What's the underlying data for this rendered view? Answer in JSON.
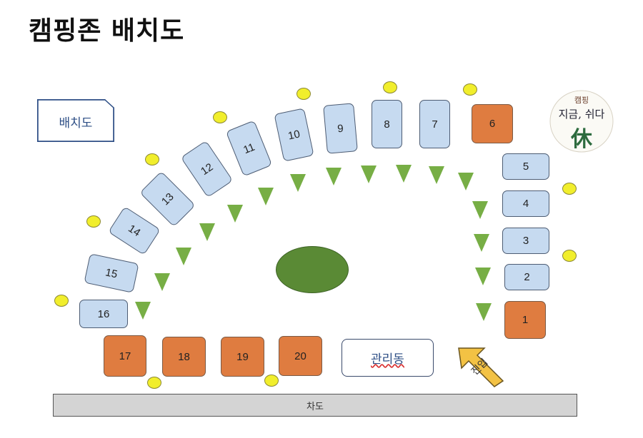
{
  "title": "캠핑존 배치도",
  "legend_label": "배치도",
  "logo": {
    "line1": "캠핑",
    "line2": "지금, 쉬다",
    "line3": "休"
  },
  "sites": [
    {
      "num": "1",
      "color": "orange"
    },
    {
      "num": "2",
      "color": "blue"
    },
    {
      "num": "3",
      "color": "blue"
    },
    {
      "num": "4",
      "color": "blue"
    },
    {
      "num": "5",
      "color": "blue"
    },
    {
      "num": "6",
      "color": "orange"
    },
    {
      "num": "7",
      "color": "blue"
    },
    {
      "num": "8",
      "color": "blue"
    },
    {
      "num": "9",
      "color": "blue"
    },
    {
      "num": "10",
      "color": "blue"
    },
    {
      "num": "11",
      "color": "blue"
    },
    {
      "num": "12",
      "color": "blue"
    },
    {
      "num": "13",
      "color": "blue"
    },
    {
      "num": "14",
      "color": "blue"
    },
    {
      "num": "15",
      "color": "blue"
    },
    {
      "num": "16",
      "color": "blue"
    },
    {
      "num": "17",
      "color": "orange"
    },
    {
      "num": "18",
      "color": "orange"
    },
    {
      "num": "19",
      "color": "orange"
    },
    {
      "num": "20",
      "color": "orange"
    }
  ],
  "office_label": "관리동",
  "road_label": "차도",
  "entrance_label": "진입",
  "colors": {
    "blue_site": "#c6daf0",
    "orange_site": "#df7c40",
    "tree": "#77ae45",
    "light": "#f1ee2c",
    "pond": "#5a8a35"
  }
}
